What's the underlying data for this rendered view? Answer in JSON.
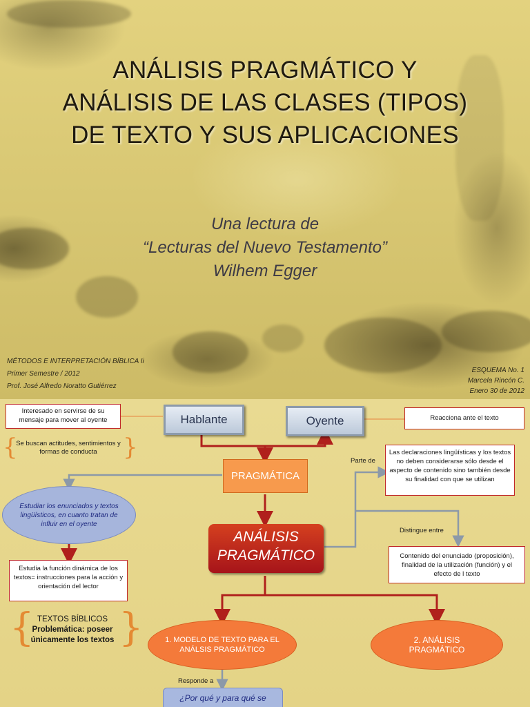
{
  "slide1": {
    "title_lines": [
      "ANÁLISIS PRAGMÁTICO Y",
      "ANÁLISIS DE LAS CLASES (TIPOS)",
      "DE TEXTO Y SUS APLICACIONES"
    ],
    "subtitle_lines": [
      "Una lectura de",
      "“Lecturas del Nuevo Testamento”",
      "Wilhem Egger"
    ],
    "footer_left": [
      "MÉTODOS E INTERPRETACIÓN BÍBLICA Ii",
      "Primer  Semestre / 2012",
      "Prof. José Alfredo Noratto Gutiérrez"
    ],
    "footer_right": [
      "ESQUEMA No. 1",
      "Marcela Rincón C.",
      "Enero 30 de 2012"
    ]
  },
  "slide2": {
    "box_interesado": "Interesado en servirse de su mensaje para mover al oyente",
    "brace_actitudes": "Se buscan actitudes, sentimientos y formas de conducta",
    "hablante": "Hablante",
    "oyente": "Oyente",
    "box_reacciona": "Reacciona ante el texto",
    "pragmatica": "PRAGMÁTICA",
    "label_parte_de": "Parte de",
    "box_declaraciones": "Las declaraciones lingüísticas y los textos no deben considerarse sólo desde el aspecto de contenido sino también desde su finalidad con que se utilizan",
    "ellipse_estudiar": "Estudiar los enunciados y textos lingüísticos, en cuanto tratan de influir en el oyente",
    "analisis_pragmatico": "ANÁLISIS PRAGMÁTICO",
    "label_distingue": "Distingue entre",
    "box_contenido": "Contenido del enunciado (proposición), finalidad de la utilización (función) y el efecto de l texto",
    "box_estudia": "Estudia la función dinámica de los textos= instrucciones para la acción y orientación del lector",
    "textos_biblicos_title": "TEXTOS BÍBLICOS",
    "textos_biblicos_body": "Problemática: poseer únicamente los textos",
    "modelo_texto": "1. MODELO DE TEXTO PARA EL ANÁLSIS PRAGMÁTICO",
    "analisis_2": "2. ANÁLISIS PRAGMÁTICO",
    "label_responde": "Responde  a",
    "bottom_question": "¿Por qué y para qué se"
  },
  "colors": {
    "accent_red": "#c0282a",
    "orange": "#f79a4d",
    "blue_ellipse": "#a6b5dc",
    "connector_gray": "#8c99a8",
    "arrow_red": "#b0201c"
  }
}
